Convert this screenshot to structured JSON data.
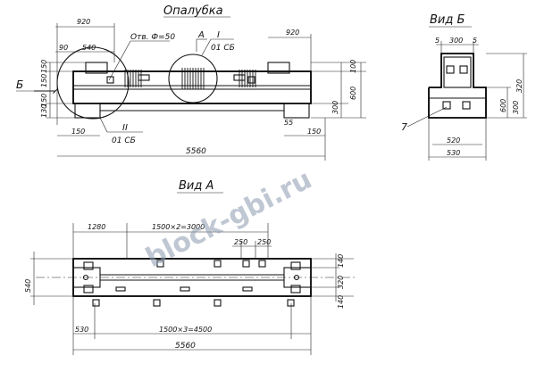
{
  "titles": {
    "formwork": "Опалубка",
    "view_b": "Вид Б",
    "view_a": "Вид А"
  },
  "callouts": {
    "hole": "Отв. Ф=50",
    "section_a": "А",
    "node_1_num": "I",
    "node_1_ref": "01 СБ",
    "node_2_num": "II",
    "node_2_ref": "01 СБ",
    "marker_b": "Б",
    "marker_7": "7"
  },
  "dims_formwork": {
    "top_left": "920",
    "top_right": "920",
    "d90": "90",
    "d540": "540",
    "d150a": "150",
    "d150b": "150",
    "d150c": "150",
    "d130": "130",
    "d150_bottom_left": "150",
    "d150_bottom_right": "150",
    "d55": "55",
    "r100": "100",
    "r600": "600",
    "r300": "300",
    "total": "5560"
  },
  "dims_view_b": {
    "d5a": "5",
    "d300": "300",
    "d5b": "5",
    "h320": "320",
    "h600": "600",
    "h300": "300",
    "w520": "520",
    "w530": "530"
  },
  "dims_view_a": {
    "d1280": "1280",
    "span_top": "1500×2=3000",
    "d250a": "250",
    "d250b": "250",
    "h140": "140",
    "h320": "320",
    "h540": "540",
    "h140b": "140",
    "d530": "530",
    "span_bottom": "1500×3=4500",
    "total": "5560"
  },
  "watermark": "block-gbi.ru"
}
